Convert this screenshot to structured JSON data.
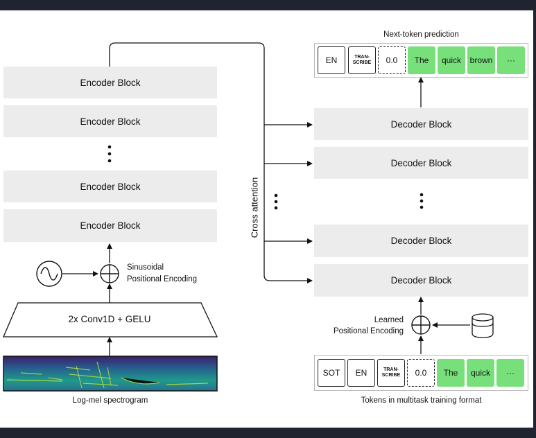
{
  "encoder": {
    "blocks": [
      "Encoder Block",
      "Encoder Block",
      "Encoder Block",
      "Encoder Block"
    ],
    "conv_label": "2x Conv1D + GELU",
    "sinusoidal_label_1": "Sinusoidal",
    "sinusoidal_label_2": "Positional Encoding",
    "spectrogram_caption": "Log-mel spectrogram"
  },
  "cross_attention_label": "Cross attention",
  "decoder": {
    "blocks": [
      "Decoder Block",
      "Decoder Block",
      "Decoder Block",
      "Decoder Block"
    ],
    "learned_label_1": "Learned",
    "learned_label_2": "Positional Encoding",
    "output_caption": "Next-token prediction",
    "input_caption": "Tokens in multitask training format",
    "output_tokens": [
      "EN",
      "TRAN-\nSCRIBE",
      "0.0",
      "The",
      "quick",
      "brown",
      "···"
    ],
    "input_tokens": [
      "SOT",
      "EN",
      "TRAN-\nSCRIBE",
      "0.0",
      "The",
      "quick",
      "···"
    ]
  },
  "colors": {
    "background": "#1f2430",
    "block": "#ececec",
    "token_green": "#77e07a",
    "line": "#111111"
  }
}
